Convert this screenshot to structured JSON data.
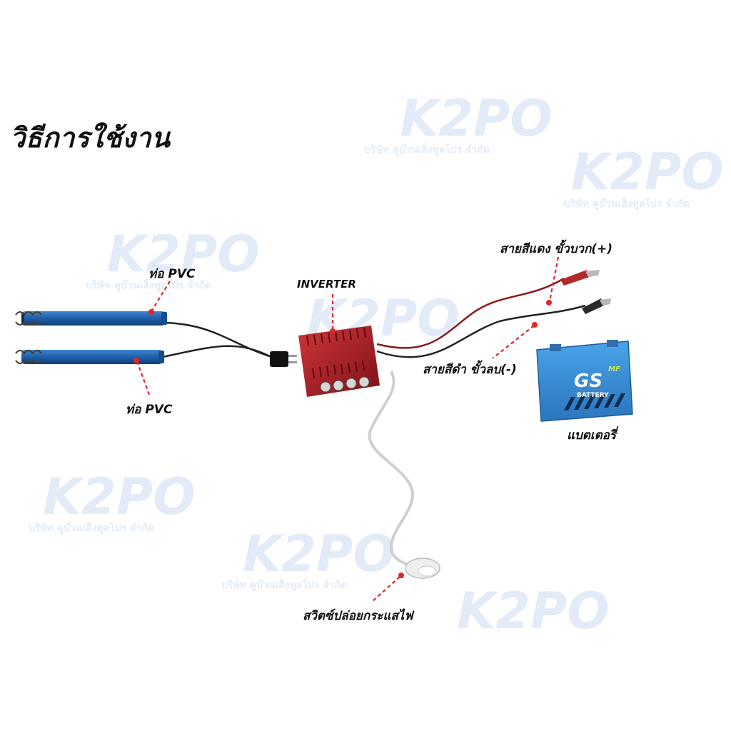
{
  "title": "วิธีการใช้งาน",
  "watermark": {
    "logo_text": "K2PO",
    "company_text": "บริษัท คูบ๊วนเส็งทูลโปร จำกัด"
  },
  "labels": {
    "pvc_top": "ท่อ PVC",
    "pvc_bottom": "ท่อ PVC",
    "inverter": "INVERTER",
    "red_cable": "สายสีแดง ขั้วบวก(+)",
    "black_cable": "สายสีดำ ขั้วลบ(-)",
    "battery": "แบตเตอรี่",
    "switch": "สวิตซ์ปล่อยกระแสไฟ"
  },
  "battery_brand": {
    "logo": "GS",
    "sub": "BATTERY",
    "badge": "MF"
  },
  "colors": {
    "pipe": "#1e5fa8",
    "inverter": "#b01e24",
    "pointer": "#e0262b",
    "battery": "#3a8fd6",
    "cable_red": "#8a1a1a",
    "cable_black": "#222222",
    "switch_cord": "#d9d9d9"
  }
}
